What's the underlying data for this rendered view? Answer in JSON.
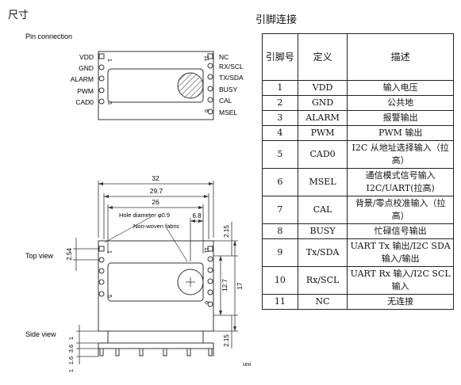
{
  "headings": {
    "size": "尺寸",
    "pin_connection_title": "引脚连接"
  },
  "drawing": {
    "pin_connection": "Pin connection",
    "left_pins": [
      "VDD",
      "GND",
      "ALARM",
      "PWM",
      "CAD0"
    ],
    "right_pins": [
      "NC",
      "RX/SCL",
      "TX/SDA",
      "BUSY",
      "CAL",
      "MSEL"
    ],
    "pin_numbers": {
      "top_left": "1",
      "bottom_left": "5",
      "top_right": "11",
      "bottom_right": "6"
    },
    "top_view": "Top view",
    "side_view": "Side view",
    "hole_diameter": "Hole diameter φ0.9",
    "non_woven": "Non-woven fabric",
    "dims": {
      "overall_width": "32",
      "inner_width": "29.7",
      "window_width": "26",
      "hole_offset": "6.8",
      "pin_pitch": "2.54",
      "top_margin": "2.15",
      "bottom_margin": "2.15",
      "inner_height": "12.7",
      "overall_height": "17",
      "side_1": "1",
      "side_3_6": "3.6",
      "side_1_6": "1.6",
      "side_1b": "1"
    },
    "unit": "uni"
  },
  "table": {
    "headers": [
      "引脚号",
      "定义",
      "描述"
    ],
    "rows": [
      {
        "no": "1",
        "def": "VDD",
        "desc": "输入电压"
      },
      {
        "no": "2",
        "def": "GND",
        "desc": "公共地"
      },
      {
        "no": "3",
        "def": "ALARM",
        "desc": "报警输出"
      },
      {
        "no": "4",
        "def": "PWM",
        "desc": "PWM 输出"
      },
      {
        "no": "5",
        "def": "CAD0",
        "desc": "I2C 从地址选择输入（拉高）"
      },
      {
        "no": "6",
        "def": "MSEL",
        "desc": "通信模式信号输入 I2C/UART(拉高)"
      },
      {
        "no": "7",
        "def": "CAL",
        "desc": "背景/零点校准输入（拉高）"
      },
      {
        "no": "8",
        "def": "BUSY",
        "desc": "忙碌信号输出"
      },
      {
        "no": "9",
        "def": "Tx/SDA",
        "desc": "UART Tx 输出/I2C SDA 输入/输出"
      },
      {
        "no": "10",
        "def": "Rx/SCL",
        "desc": "UART Rx 输入/I2C SCL 输入"
      },
      {
        "no": "11",
        "def": "NC",
        "desc": "无连接"
      }
    ]
  }
}
